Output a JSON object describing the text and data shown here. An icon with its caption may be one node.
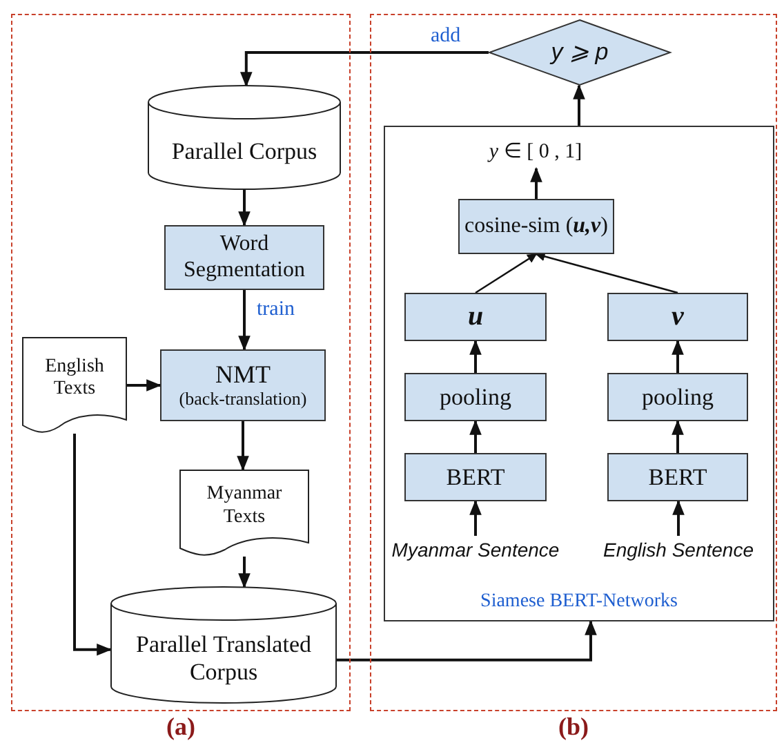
{
  "diagram": {
    "nodes": [
      {
        "text": [
          "(a)"
        ]
      },
      {
        "text": [
          "(b)"
        ]
      },
      {
        "text": [
          "Parallel Corpus"
        ],
        "in": 0
      },
      {
        "text": [
          "Word Segmentation"
        ],
        "in": 0
      },
      {
        "text": [
          "English Texts"
        ],
        "in": 0
      },
      {
        "text": [
          "NMT",
          "(back-translation)"
        ],
        "in": 0
      },
      {
        "text": [
          "Myanmar Texts"
        ],
        "in": 0
      },
      {
        "text": [
          "Parallel Translated Corpus"
        ],
        "in": 0
      },
      {
        "text": [
          "y ⩾ p"
        ],
        "in": 1
      },
      {
        "text": [
          "Siamese BERT-Networks"
        ],
        "in": 1
      },
      {
        "text": [
          "*y* ∈ [ 0 , 1]"
        ],
        "in": 9
      },
      {
        "text": [
          "cosine-sim (**u,v**)"
        ],
        "in": 9
      },
      {
        "text": [
          "u"
        ],
        "in": 9
      },
      {
        "text": [
          "v"
        ],
        "in": 9
      },
      {
        "text": [
          "pooling"
        ],
        "in": 9
      },
      {
        "text": [
          "pooling"
        ],
        "in": 9
      },
      {
        "text": [
          "BERT"
        ],
        "in": 9
      },
      {
        "text": [
          "BERT"
        ],
        "in": 9
      },
      {
        "text": [
          "Myanmar Sentence"
        ],
        "in": 9
      },
      {
        "text": [
          "English Sentence"
        ],
        "in": 9
      }
    ],
    "edges": [
      {
        "from": 8,
        "to": 2,
        "arrow": "to",
        "label": "add"
      },
      {
        "from": 2,
        "to": 3,
        "arrow": "to"
      },
      {
        "from": 3,
        "to": 5,
        "arrow": "to",
        "label": "train"
      },
      {
        "from": 4,
        "to": 5,
        "arrow": "to"
      },
      {
        "from": 5,
        "to": 6,
        "arrow": "to"
      },
      {
        "from": 6,
        "to": 7,
        "arrow": "to"
      },
      {
        "from": 4,
        "to": 7,
        "arrow": "to"
      },
      {
        "from": 7,
        "to": 9,
        "arrow": "to"
      },
      {
        "from": 9,
        "to": 8,
        "arrow": "to"
      },
      {
        "from": 11,
        "to": 10,
        "arrow": "to"
      },
      {
        "from": 12,
        "to": 11,
        "arrow": "to"
      },
      {
        "from": 13,
        "to": 11,
        "arrow": "to"
      },
      {
        "from": 14,
        "to": 12,
        "arrow": "to"
      },
      {
        "from": 15,
        "to": 13,
        "arrow": "to"
      },
      {
        "from": 16,
        "to": 14,
        "arrow": "to"
      },
      {
        "from": 17,
        "to": 15,
        "arrow": "to"
      },
      {
        "from": 18,
        "to": 16,
        "arrow": "to"
      },
      {
        "from": 19,
        "to": 17,
        "arrow": "to"
      }
    ]
  }
}
